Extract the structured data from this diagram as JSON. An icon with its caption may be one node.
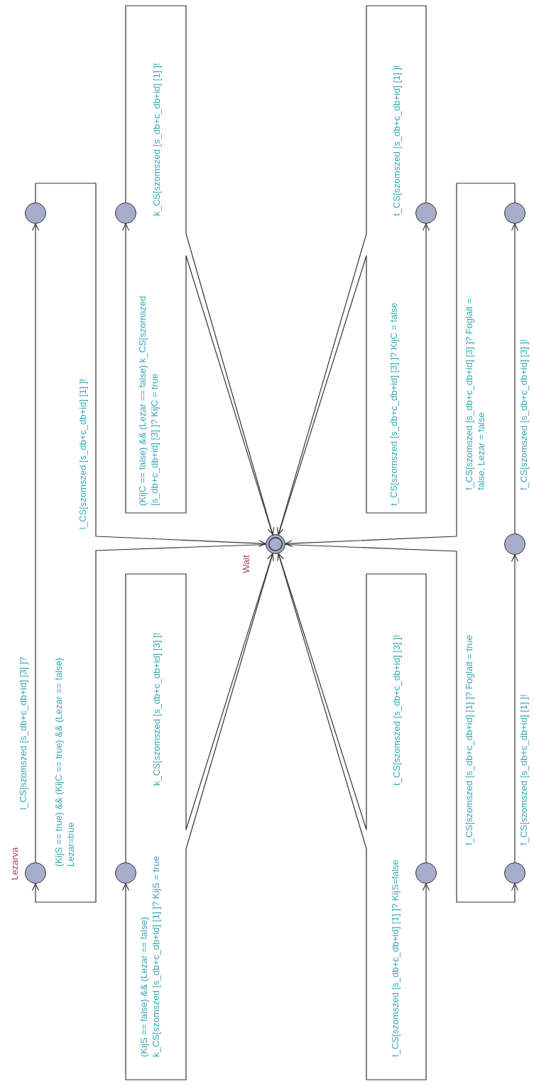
{
  "diagram": {
    "nodes": [
      {
        "text": [],
        "shape": "circle"
      },
      {
        "text": [],
        "shape": "circle"
      },
      {
        "text": [],
        "shape": "circle"
      },
      {
        "text": [],
        "shape": "circle"
      },
      {
        "text": [
          "Wait"
        ]
      },
      {
        "text": [],
        "shape": "circle"
      },
      {
        "text": [
          "Lezarva"
        ]
      },
      {
        "text": [],
        "shape": "circle"
      },
      {
        "text": [],
        "shape": "circle"
      },
      {
        "text": [],
        "shape": "circle"
      }
    ],
    "edges": [
      {
        "from": 4,
        "to": 6,
        "arrow": "to",
        "label": "(KijS == true) && (KijC == true) && (Lezar == false) Lezar=true"
      },
      {
        "from": 6,
        "to": 0,
        "arrow": "to",
        "label": "l_CS[szomszed [s_db+c_db+id] [3] ]?"
      },
      {
        "from": 0,
        "to": 4,
        "arrow": "to",
        "label": "l_CS[szomszed [s_db+c_db+id] [1] ]!"
      },
      {
        "from": 4,
        "to": 1,
        "arrow": "to",
        "label": "(KijC == false) && (Lezar == false) k_CS[szomszed [s_db+c_db+id] [3] ]? KijC = true"
      },
      {
        "from": 1,
        "to": 4,
        "arrow": "to",
        "label": "k_CS[szomszed [s_db+c_db+id] [1] ]!"
      },
      {
        "from": 4,
        "to": 7,
        "arrow": "to",
        "label": "(KijS == false) && (Lezar == false) k_CS[szomszed [s_db+c_db+id] [1] ]? KijS = true"
      },
      {
        "from": 7,
        "to": 4,
        "arrow": "to",
        "label": "k_CS[szomszed [s_db+c_db+id] [3] ]!"
      },
      {
        "from": 4,
        "to": 2,
        "arrow": "to",
        "label": "t_CS[szomszed [s_db+c_db+id] [3] ]? KijC = false"
      },
      {
        "from": 2,
        "to": 4,
        "arrow": "to",
        "label": "t_CS[szomszed [s_db+c_db+id] [1] ]!"
      },
      {
        "from": 4,
        "to": 8,
        "arrow": "to",
        "label": "t_CS[szomszed [s_db+c_db+id] [1] ]? KijS=false"
      },
      {
        "from": 8,
        "to": 4,
        "arrow": "to",
        "label": "t_CS[szomszed [s_db+c_db+id] [3] ]!"
      },
      {
        "from": 3,
        "to": 4,
        "arrow": "to",
        "label": "f_CS[szomszed [s_db+c_db+id] [3] ]? Foglalt = false, Lezar = false"
      },
      {
        "from": 5,
        "to": 3,
        "arrow": "to",
        "label": "f_CS[szomszed [s_db+c_db+id] [3] ]!"
      },
      {
        "from": 4,
        "to": 9,
        "arrow": "to",
        "label": "f_CS[szomszed [s_db+c_db+id] [1] ]? Foglalt = true"
      },
      {
        "from": 9,
        "to": 5,
        "arrow": "to",
        "label": "f_CS[szomszed [s_db+c_db+id] [1] ]!"
      }
    ]
  }
}
